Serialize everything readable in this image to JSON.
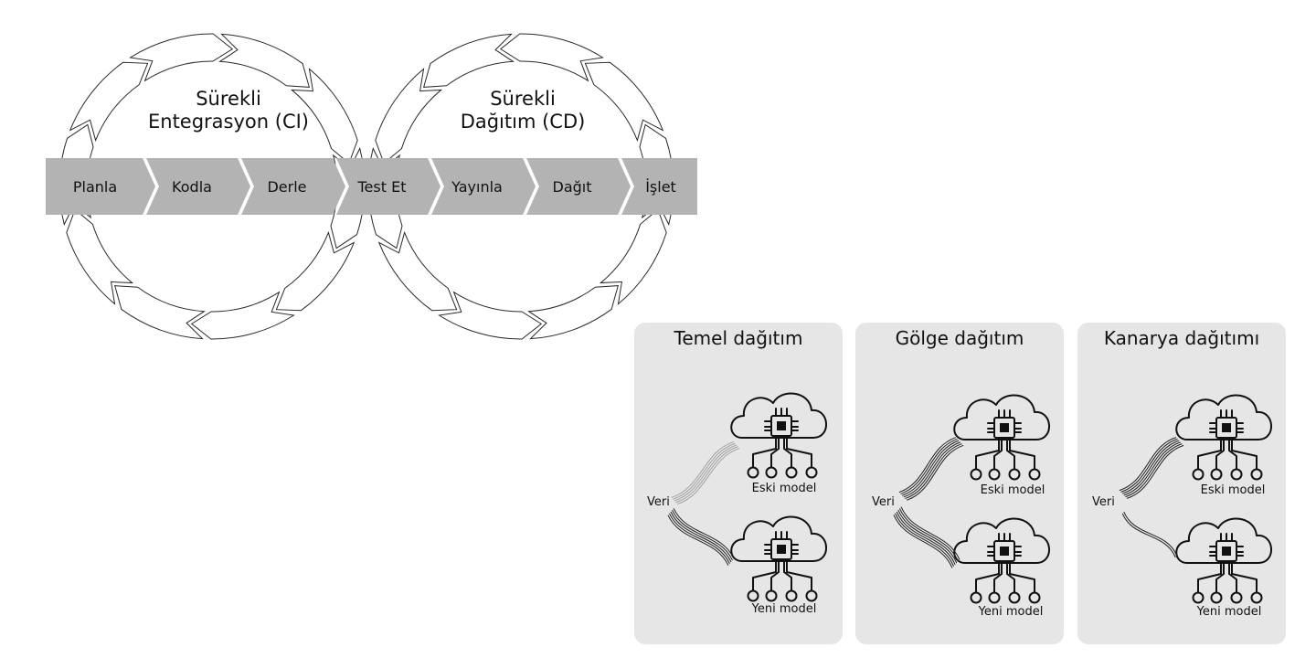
{
  "ci_title_line1": "Sürekli",
  "ci_title_line2": "Entegrasyon (CI)",
  "cd_title_line1": "Sürekli",
  "cd_title_line2": "Dağıtım (CD)",
  "stages": [
    "Planla",
    "Kodla",
    "Derle",
    "Test Et",
    "Yayınla",
    "Dağıt",
    "İşlet"
  ],
  "panels": [
    {
      "title": "Temel dağıtım",
      "data_label": "Veri",
      "old_model": "Eski model",
      "new_model": "Yeni model"
    },
    {
      "title": "Gölge dağıtım",
      "data_label": "Veri",
      "old_model": "Eski model",
      "new_model": "Yeni model"
    },
    {
      "title": "Kanarya dağıtımı",
      "data_label": "Veri",
      "old_model": "Eski model",
      "new_model": "Yeni model"
    }
  ],
  "colors": {
    "stage_fill": "#b3b3b3",
    "panel_bg": "#e6e6e6",
    "ink": "#111111"
  }
}
